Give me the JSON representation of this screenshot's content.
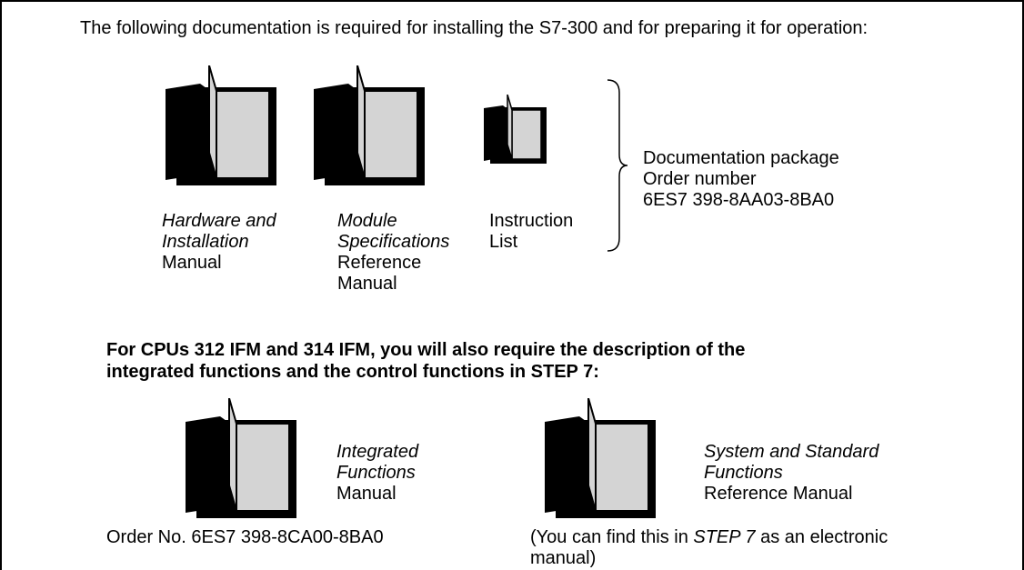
{
  "intro_text": "The following documentation is required for installing the S7-300 and for preparing it for operation:",
  "books": [
    {
      "line1": "Hardware and",
      "line2": "Installation",
      "line3": "Manual",
      "icon": "book-icon"
    },
    {
      "line1": "Module",
      "line2": "Specifications",
      "line3": "Reference",
      "line4": "Manual",
      "icon": "book-icon"
    },
    {
      "line1": "Instruction",
      "line2": "List",
      "icon": "book-icon"
    }
  ],
  "package": {
    "line1": "Documentation package",
    "line2": "Order number",
    "line3": "6ES7 398-8AA03-8BA0"
  },
  "requirement_text": "For CPUs 312 IFM and 314 IFM, you will also require the description of the integrated functions and the control functions in STEP 7:",
  "integrated": {
    "line1": "Integrated",
    "line2": "Functions",
    "line3": "Manual",
    "order": "Order No. 6ES7 398-8CA00-8BA0",
    "icon": "book-icon"
  },
  "system": {
    "line1": "System and Standard",
    "line2": "Functions",
    "line3": "Reference Manual",
    "note_pre": "(You can find this in ",
    "note_em": "STEP 7",
    "note_post": " as an electronic",
    "note_line2": "manual)",
    "icon": "book-icon"
  }
}
